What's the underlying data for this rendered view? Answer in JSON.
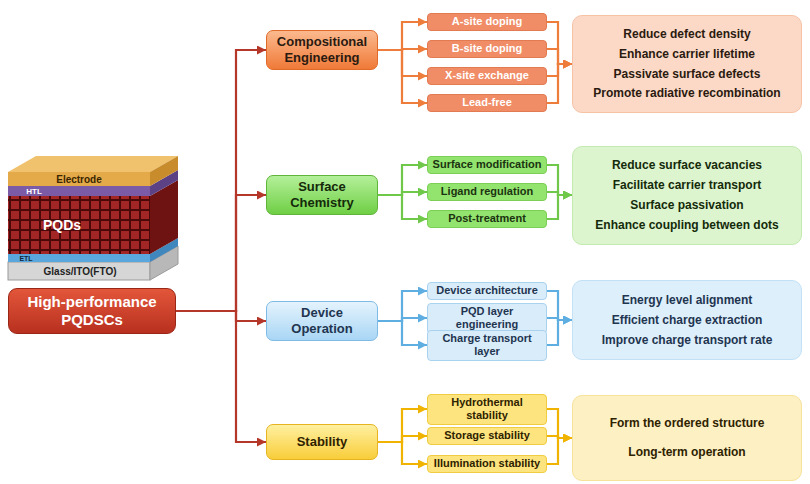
{
  "diagram": {
    "nodes": [
      {
        "text": [
          "High-performance PQDSCs"
        ]
      },
      {
        "text": [
          "Compositional Engineering"
        ]
      },
      {
        "text": [
          "A-site doping"
        ]
      },
      {
        "text": [
          "B-site doping"
        ]
      },
      {
        "text": [
          "X-site exchange"
        ]
      },
      {
        "text": [
          "Lead-free"
        ]
      },
      {
        "text": [
          "Reduce defect density",
          "Enhance carrier lifetime",
          "Passivate surface defects",
          "Promote radiative recombination"
        ]
      },
      {
        "text": [
          "Surface Chemistry"
        ]
      },
      {
        "text": [
          "Surface modification"
        ]
      },
      {
        "text": [
          "Ligand regulation"
        ]
      },
      {
        "text": [
          "Post-treatment"
        ]
      },
      {
        "text": [
          "Reduce surface vacancies",
          "Facilitate carrier transport",
          "Surface passivation",
          "Enhance coupling between dots"
        ]
      },
      {
        "text": [
          "Device Operation"
        ]
      },
      {
        "text": [
          "Device architecture"
        ]
      },
      {
        "text": [
          "PQD layer engineering"
        ]
      },
      {
        "text": [
          "Charge transport layer"
        ]
      },
      {
        "text": [
          "Energy level alignment",
          "Efficient charge extraction",
          "Improve charge transport rate"
        ]
      },
      {
        "text": [
          "Stability"
        ]
      },
      {
        "text": [
          "Hydrothermal stability"
        ]
      },
      {
        "text": [
          "Storage stability"
        ]
      },
      {
        "text": [
          "Illumination stability"
        ]
      },
      {
        "text": [
          "Form the ordered structure",
          "Long-term operation"
        ]
      }
    ],
    "edges": [
      {
        "from": 0,
        "to": 1,
        "arrow": "to"
      },
      {
        "from": 0,
        "to": 7,
        "arrow": "to"
      },
      {
        "from": 0,
        "to": 12,
        "arrow": "to"
      },
      {
        "from": 0,
        "to": 17,
        "arrow": "to"
      },
      {
        "from": 1,
        "to": 2,
        "arrow": "to"
      },
      {
        "from": 1,
        "to": 3,
        "arrow": "to"
      },
      {
        "from": 1,
        "to": 4,
        "arrow": "to"
      },
      {
        "from": 1,
        "to": 5,
        "arrow": "to"
      },
      {
        "from": 2,
        "to": 6,
        "arrow": "to"
      },
      {
        "from": 3,
        "to": 6,
        "arrow": "to"
      },
      {
        "from": 4,
        "to": 6,
        "arrow": "to"
      },
      {
        "from": 5,
        "to": 6,
        "arrow": "to"
      },
      {
        "from": 7,
        "to": 8,
        "arrow": "to"
      },
      {
        "from": 7,
        "to": 9,
        "arrow": "to"
      },
      {
        "from": 7,
        "to": 10,
        "arrow": "to"
      },
      {
        "from": 8,
        "to": 11,
        "arrow": "to"
      },
      {
        "from": 9,
        "to": 11,
        "arrow": "to"
      },
      {
        "from": 10,
        "to": 11,
        "arrow": "to"
      },
      {
        "from": 12,
        "to": 13,
        "arrow": "to"
      },
      {
        "from": 12,
        "to": 14,
        "arrow": "to"
      },
      {
        "from": 12,
        "to": 15,
        "arrow": "to"
      },
      {
        "from": 13,
        "to": 16,
        "arrow": "to"
      },
      {
        "from": 14,
        "to": 16,
        "arrow": "to"
      },
      {
        "from": 15,
        "to": 16,
        "arrow": "to"
      },
      {
        "from": 17,
        "to": 18,
        "arrow": "to"
      },
      {
        "from": 17,
        "to": 19,
        "arrow": "to"
      },
      {
        "from": 17,
        "to": 20,
        "arrow": "to"
      },
      {
        "from": 18,
        "to": 21,
        "arrow": "to"
      },
      {
        "from": 19,
        "to": 21,
        "arrow": "to"
      },
      {
        "from": 20,
        "to": 21,
        "arrow": "to"
      }
    ],
    "labels": [
      "Electrode",
      "HTL",
      "PQDs",
      "ETL",
      "Glass/ITO(FTO)"
    ]
  }
}
